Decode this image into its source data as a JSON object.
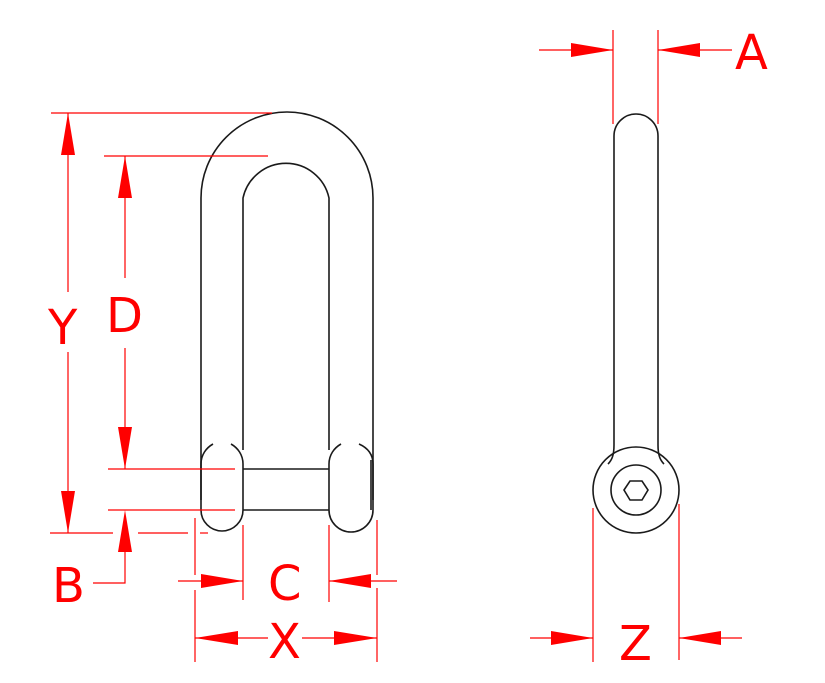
{
  "drawing": {
    "title": "Long D shackle dimension diagram",
    "colors": {
      "part_outline": "#1a1a1a",
      "dimension": "#ff0000",
      "background": "#ffffff"
    },
    "views": [
      {
        "name": "front-view",
        "description": "Long D shackle with pin"
      },
      {
        "name": "side-view",
        "description": "Side profile with hex socket pin head"
      }
    ],
    "dimensions": {
      "A": {
        "label": "A",
        "meaning": "material thickness (side view)"
      },
      "B": {
        "label": "B",
        "meaning": "pin diameter"
      },
      "C": {
        "label": "C",
        "meaning": "inside width"
      },
      "D": {
        "label": "D",
        "meaning": "inside length"
      },
      "X": {
        "label": "X",
        "meaning": "overall width"
      },
      "Y": {
        "label": "Y",
        "meaning": "overall length"
      },
      "Z": {
        "label": "Z",
        "meaning": "pin eye diameter"
      }
    }
  }
}
